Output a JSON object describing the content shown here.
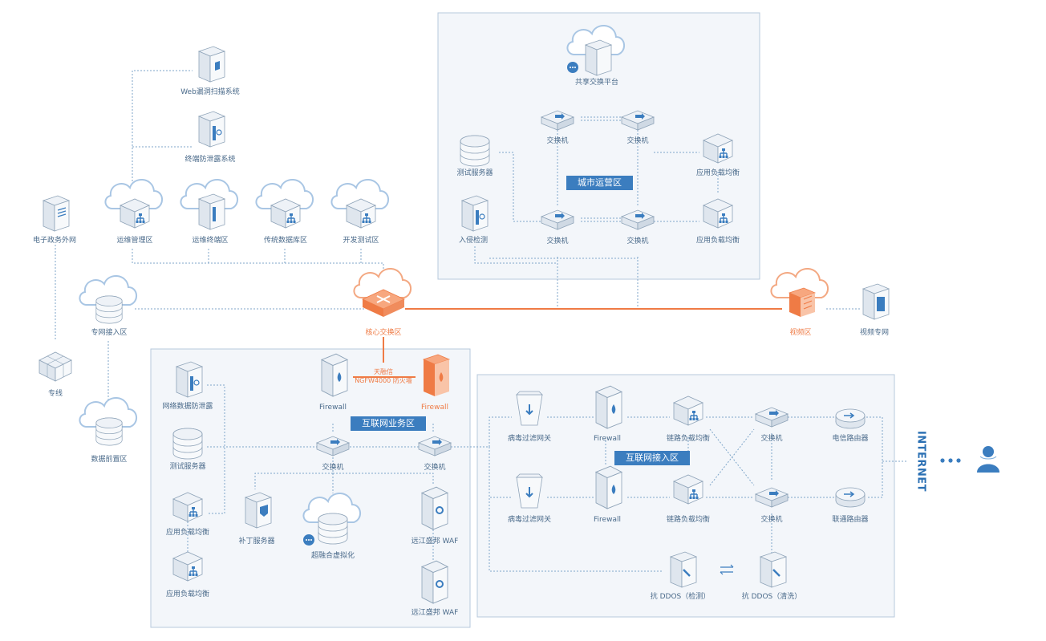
{
  "zones": {
    "city": "城市运营区",
    "biz": "互联网业务区",
    "access": "互联网接入区"
  },
  "labels": {
    "web_scan": "Web漏洞扫描系统",
    "endpoint_dlp": "终端防泄露系统",
    "egov": "电子政务外网",
    "ops_mgmt": "运维管理区",
    "ops_term": "运维终端区",
    "trad_db": "传统数据库区",
    "dev_test": "开发测试区",
    "private_access": "专网接入区",
    "leased_line": "专线",
    "data_front": "数据前置区",
    "core_switch": "核心交换区",
    "video_zone": "视频区",
    "video_net": "视频专网",
    "share_platform": "共享交换平台",
    "city_sw1": "交换机",
    "city_sw2": "交换机",
    "city_sw3": "交换机",
    "city_sw4": "交换机",
    "city_test_server": "测试服务器",
    "city_lb1": "应用负载均衡",
    "city_intrusion": "入侵检测",
    "city_lb2": "应用负载均衡",
    "net_dlp": "网络数据防泄露",
    "biz_test_server": "测试服务器",
    "biz_lb1": "应用负载均衡",
    "biz_lb2": "应用负载均衡",
    "fw1": "Firewall",
    "fw2": "Firewall",
    "fw_vendor": "天融信",
    "fw_model": "NGFW4000 防火墙",
    "biz_sw1": "交换机",
    "biz_sw2": "交换机",
    "patch_server": "补丁服务器",
    "hci": "超融合虚拟化",
    "waf1": "远江盛邦 WAF",
    "waf2": "远江盛邦 WAF",
    "av_gw1": "病毒过滤网关",
    "av_gw2": "病毒过滤网关",
    "acc_fw1": "Firewall",
    "acc_fw2": "Firewall",
    "link_lb1": "链路负载均衡",
    "link_lb2": "链路负载均衡",
    "acc_sw1": "交换机",
    "acc_sw2": "交换机",
    "telecom_router": "电信路由器",
    "unicom_router": "联通路由器",
    "ddos_detect": "抗 DDOS（检测）",
    "ddos_clean": "抗 DDOS（清洗）",
    "internet": "INTERNET"
  },
  "colors": {
    "accent": "#3b7dbf",
    "orange": "#ef7b45",
    "line": "#7fa6c9",
    "zone_fill": "#f3f6fa",
    "zone_border": "#b7c9dc",
    "label": "#4a6a8a"
  }
}
